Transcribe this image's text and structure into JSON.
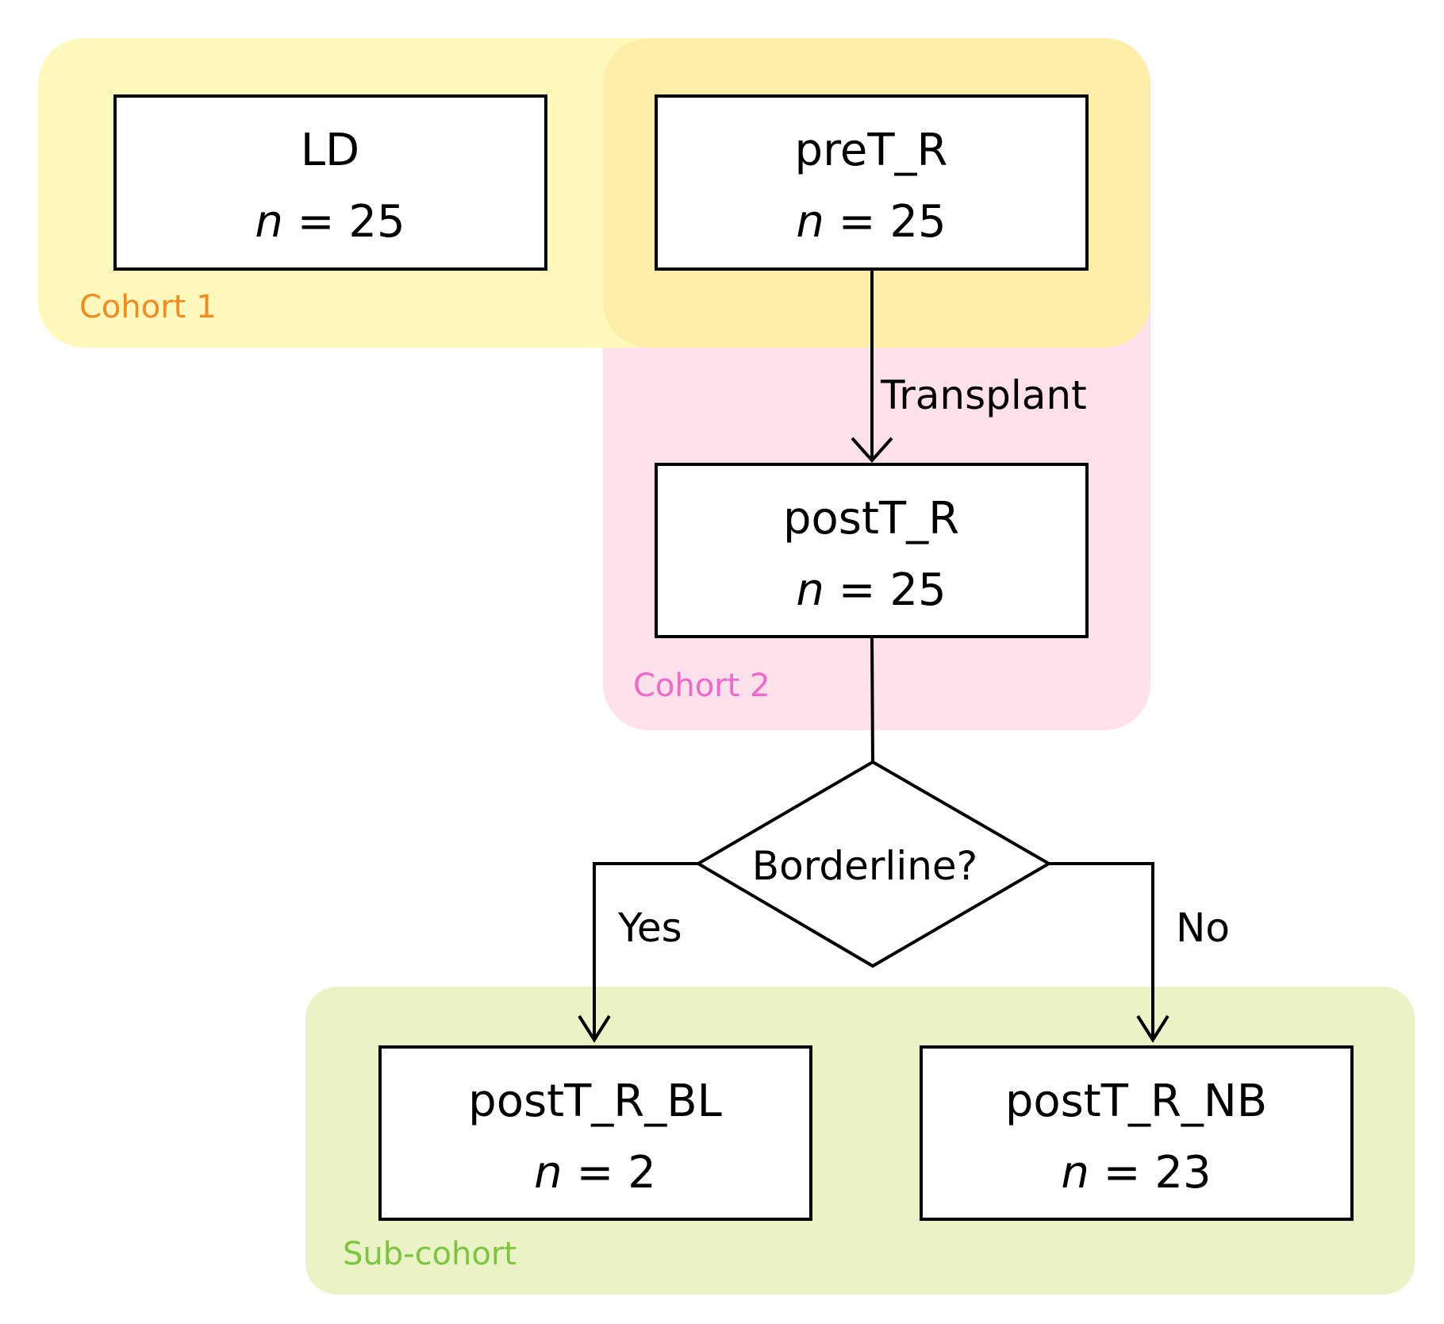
{
  "groups": {
    "cohort1": {
      "label": "Cohort 1",
      "fill": "#fff9bb",
      "label_color": "#f58a23"
    },
    "cohort2": {
      "label": "Cohort 2",
      "fill": "#ffe1ec",
      "label_color": "#f068c9"
    },
    "overlap": {
      "fill": "#ffeeaa"
    },
    "subcohort": {
      "label": "Sub-cohort",
      "fill": "#ebf2c6",
      "label_color": "#7cc63f"
    }
  },
  "nodes": {
    "ld": {
      "name": "LD",
      "n_prefix": "n",
      "n_suffix": " = 25"
    },
    "pret_r": {
      "name": "preT_R",
      "n_prefix": "n",
      "n_suffix": " = 25"
    },
    "postt_r": {
      "name": "postT_R",
      "n_prefix": "n",
      "n_suffix": " = 25"
    },
    "decision": {
      "text": "Borderline?"
    },
    "postt_r_bl": {
      "name": "postT_R_BL",
      "n_prefix": "n",
      "n_suffix": " = 2"
    },
    "postt_r_nb": {
      "name": "postT_R_NB",
      "n_prefix": "n",
      "n_suffix": " = 23"
    }
  },
  "edges": {
    "transplant": "Transplant",
    "yes": "Yes",
    "no": "No"
  }
}
